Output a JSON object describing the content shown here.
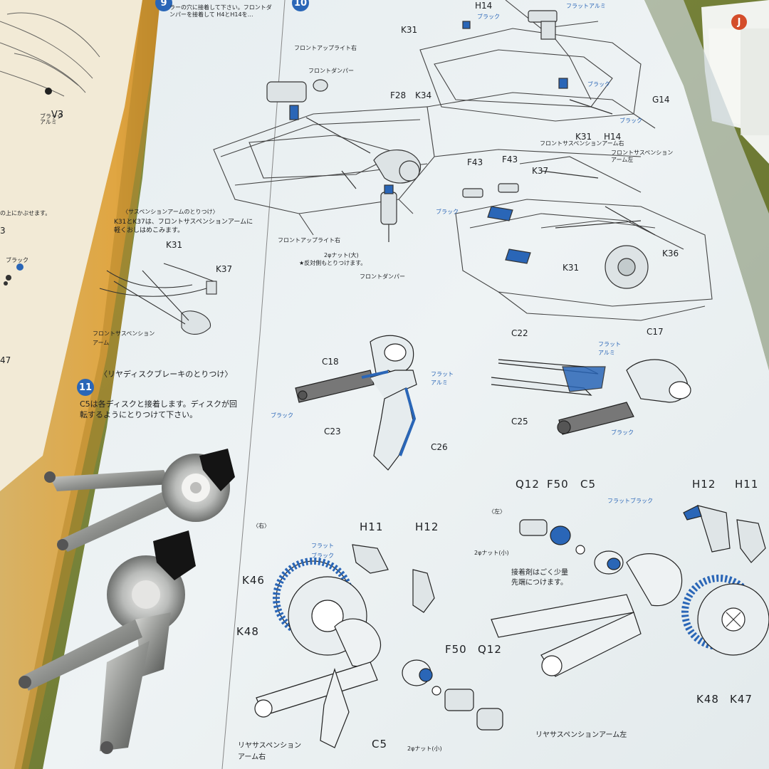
{
  "left_page": {
    "parts": [
      "V3",
      "ブラック\nアルミ"
    ],
    "notes": [
      "の上にかぶせます。",
      "ブラック",
      "47",
      "3"
    ]
  },
  "step10": {
    "title": "フロントサスペンションのとりつけ",
    "intro": "ラーの穴に接着して下さい。フロントダンパーを接着して H4とH14を…",
    "labels": {
      "front_upright_right": "フロントアップライト右",
      "front_damper": "フロントダンパー",
      "front_upright_right2": "フロントアップライト右",
      "nut2": "2φナット(大)",
      "opposite": "★反対側もとりつけます。",
      "front_damper2": "フロントダンパー",
      "F28": "F28",
      "K34": "K34",
      "K31": "K31",
      "H14": "H14",
      "G14": "G14",
      "black": "ブラック",
      "F43a": "F43",
      "F43b": "F43",
      "K37": "K37",
      "K36": "K36",
      "K31b": "K31",
      "H14b": "H14",
      "arm_right": "フロントサスペンションアーム右",
      "arm_left": "フロントサスペンション\nアーム左",
      "black2": "ブラック",
      "flat_alumi_top": "フラットアルミ",
      "black_top": "ブラック"
    }
  },
  "suspension_arm": {
    "title": "〈サスペンションアームのとりつけ〉",
    "text": "K31とK37は、フロントサスペンションアームに軽くおしはめこみます。",
    "K31": "K31",
    "K37": "K37",
    "arm_label": "フロントサスペンション\nアーム"
  },
  "step11": {
    "number": "11",
    "title": "〈リヤディスクブレーキのとりつけ〉",
    "text": "C5は各ディスクと接着します。ディスクが回転するようにとりつけて下さい。",
    "C18": "C18",
    "flat_alumi": "フラット\nアルミ",
    "black": "ブラック",
    "C23": "C23",
    "C26": "C26",
    "C22": "C22",
    "C17": "C17",
    "flat_alumi2": "フラット\nアルミ",
    "C25": "C25",
    "black2": "ブラック"
  },
  "rear_right": {
    "side": "〈右〉",
    "H11": "H11",
    "H12": "H12",
    "flat_black": "フラット\nブラック",
    "K46": "K46",
    "K48": "K48",
    "F50": "F50",
    "Q12": "Q12",
    "C5": "C5",
    "nut": "2φナット(小)",
    "arm": "リヤサスペンション\nアーム右"
  },
  "rear_left": {
    "side": "〈左〉",
    "Q12": "Q12",
    "F50": "F50",
    "C5": "C5",
    "H12": "H12",
    "H11": "H11",
    "flat_black": "フラットブラック",
    "nut": "2φナット(小)",
    "glue": "接着剤はごく少量\n先端につけます。",
    "K48": "K48",
    "K47": "K47",
    "arm": "リヤサスペンションアーム左"
  },
  "right_page": {
    "step_letter": "J"
  },
  "colors": {
    "accent_blue": "#2a66b7",
    "paper": "#eef2f3",
    "left_page": "#d9a84a",
    "background": "#6e7a33"
  }
}
